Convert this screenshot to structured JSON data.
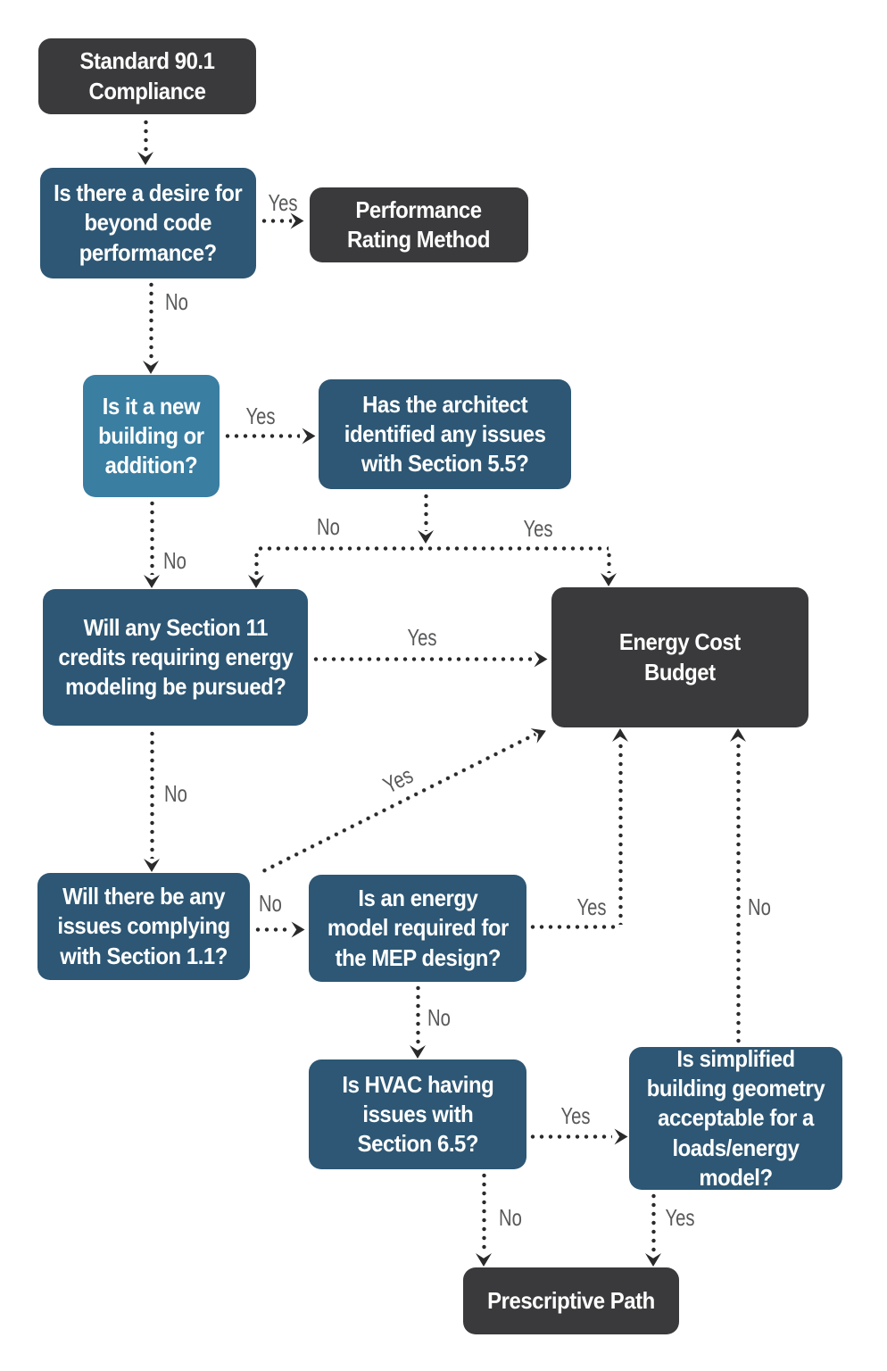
{
  "diagram": {
    "type": "flowchart",
    "title": "Standard 90.1 Compliance decision flowchart"
  },
  "colors": {
    "charcoal": "#3a3a3c",
    "dark_blue": "#2d5774",
    "light_blue": "#3a7ea1",
    "label_gray": "#58595b",
    "arrow_color": "#2a2a2a",
    "background": "#ffffff"
  },
  "nodes": {
    "standard_compliance": {
      "label": "Standard 90.1\nCompliance",
      "kind": "terminal"
    },
    "beyond_code": {
      "label": "Is there a desire for\nbeyond code\nperformance?",
      "kind": "decision"
    },
    "performance_rating": {
      "label": "Performance\nRating Method",
      "kind": "terminal"
    },
    "new_building": {
      "label": "Is it a new\nbuilding or\naddition?",
      "kind": "decision-highlight"
    },
    "architect_issues": {
      "label": "Has the architect\nidentified any issues\nwith Section 5.5?",
      "kind": "decision"
    },
    "section11_credits": {
      "label": "Will any Section 11\ncredits requiring energy\nmodeling be pursued?",
      "kind": "decision"
    },
    "energy_cost_budget": {
      "label": "Energy Cost\nBudget",
      "kind": "terminal"
    },
    "section11_issues": {
      "label": "Will there be any\nissues complying\nwith Section 1.1?",
      "kind": "decision"
    },
    "energy_model_mep": {
      "label": "Is an energy\nmodel required for\nthe MEP design?",
      "kind": "decision"
    },
    "hvac_section65": {
      "label": "Is HVAC having\nissues with\nSection 6.5?",
      "kind": "decision"
    },
    "simplified_geometry": {
      "label": "Is simplified\nbuilding geometry\nacceptable for a\nloads/energy model?",
      "kind": "decision"
    },
    "prescriptive_path": {
      "label": "Prescriptive Path",
      "kind": "terminal"
    }
  },
  "edges": {
    "beyond_yes": "Yes",
    "beyond_no": "No",
    "new_yes": "Yes",
    "new_no": "No",
    "architect_no": "No",
    "architect_yes": "Yes",
    "credits_yes": "Yes",
    "credits_no": "No",
    "issues11_diag_yes": "Yes",
    "issues11_no": "No",
    "mep_yes": "Yes",
    "mep_no": "No",
    "hvac_yes": "Yes",
    "hvac_no": "No",
    "geometry_no": "No",
    "geometry_yes": "Yes"
  }
}
